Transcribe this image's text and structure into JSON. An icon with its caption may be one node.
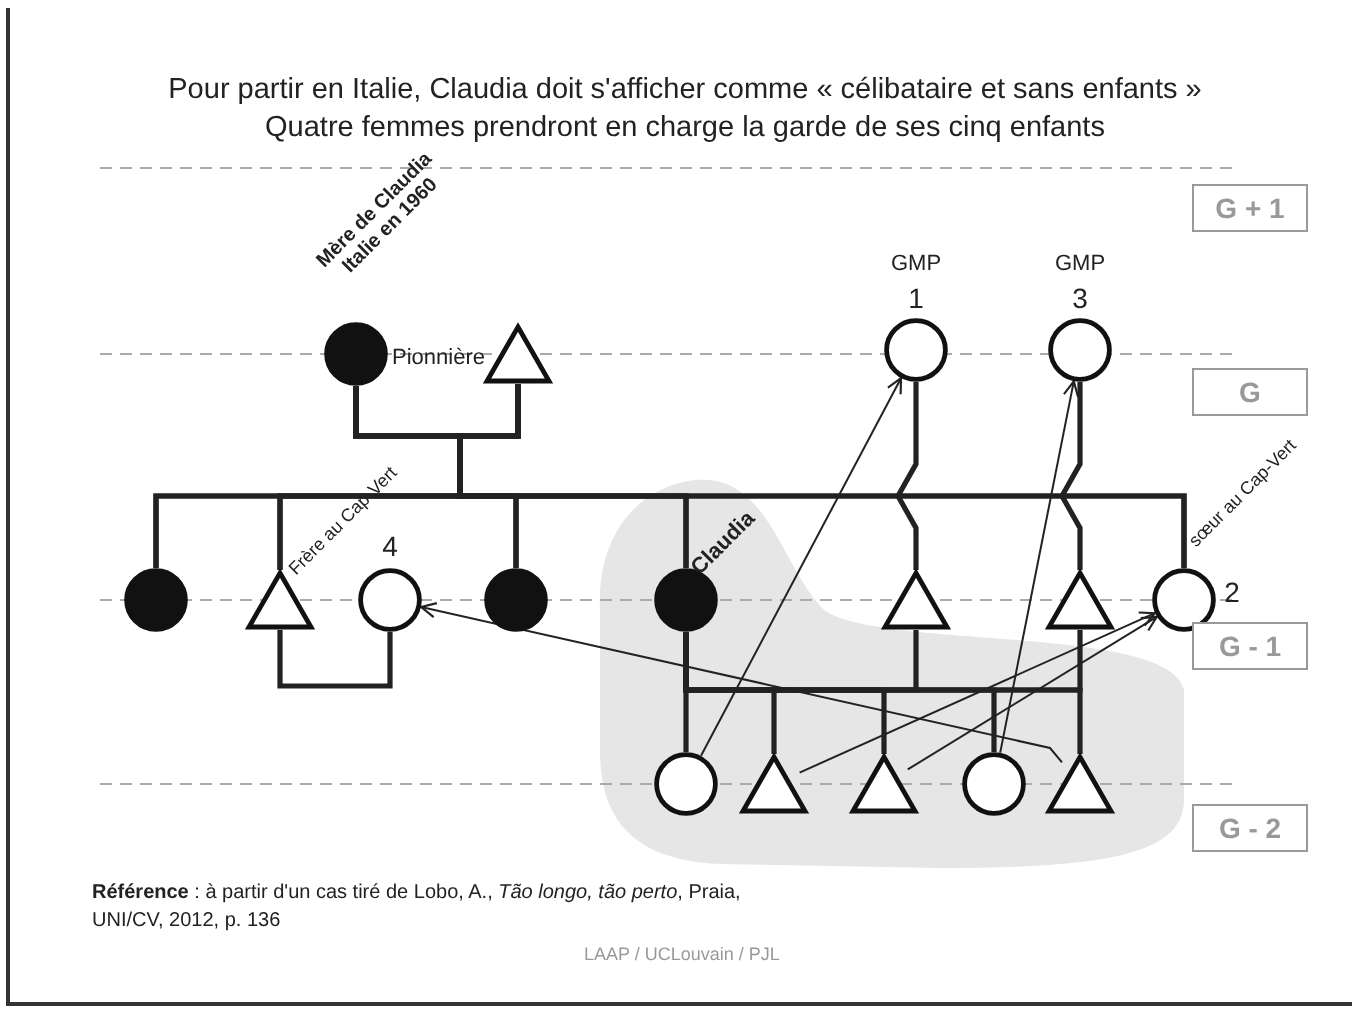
{
  "diagram": {
    "title": "Pour partir en Italie, Claudia doit s'afficher comme « célibataire et sans enfants » Quatre femmes prendront en charge la garde de ses cinq enfants",
    "nodes": [
      {
        "text": [],
        "shape": "disc",
        "beside": [
          "Mère de Claudia Italie en 1960",
          "Pionnière"
        ]
      },
      {
        "text": [],
        "shape": "triangle"
      },
      {
        "text": [],
        "shape": "circle",
        "beside": [
          "GMP",
          "1"
        ]
      },
      {
        "text": [],
        "shape": "circle",
        "beside": [
          "GMP",
          "3"
        ]
      },
      {
        "text": [],
        "shape": "disc"
      },
      {
        "text": [],
        "shape": "triangle",
        "beside": [
          "Frère au Cap-Vert"
        ]
      },
      {
        "text": [],
        "shape": "circle",
        "beside": [
          "4"
        ]
      },
      {
        "text": [],
        "shape": "disc"
      },
      {
        "text": [],
        "shape": "disc",
        "beside": [
          "Claudia"
        ]
      },
      {
        "text": [],
        "shape": "triangle"
      },
      {
        "text": [],
        "shape": "triangle"
      },
      {
        "text": [],
        "shape": "circle",
        "beside": [
          "sœur au Cap-Vert",
          "2"
        ]
      },
      {
        "text": [],
        "shape": "circle"
      },
      {
        "text": [],
        "shape": "triangle"
      },
      {
        "text": [],
        "shape": "triangle"
      },
      {
        "text": [],
        "shape": "circle"
      },
      {
        "text": [],
        "shape": "triangle"
      }
    ],
    "edges": [
      {
        "from": 0,
        "to": 1,
        "arrow": "none"
      },
      {
        "from": 0,
        "to": 4,
        "arrow": "none"
      },
      {
        "from": 0,
        "to": 5,
        "arrow": "none"
      },
      {
        "from": 0,
        "to": 7,
        "arrow": "none"
      },
      {
        "from": 0,
        "to": 8,
        "arrow": "none"
      },
      {
        "from": 0,
        "to": 11,
        "arrow": "none"
      },
      {
        "from": 1,
        "to": 4,
        "arrow": "none"
      },
      {
        "from": 1,
        "to": 5,
        "arrow": "none"
      },
      {
        "from": 1,
        "to": 7,
        "arrow": "none"
      },
      {
        "from": 1,
        "to": 8,
        "arrow": "none"
      },
      {
        "from": 1,
        "to": 11,
        "arrow": "none"
      },
      {
        "from": 5,
        "to": 6,
        "arrow": "none"
      },
      {
        "from": 2,
        "to": 9,
        "arrow": "none"
      },
      {
        "from": 3,
        "to": 10,
        "arrow": "none"
      },
      {
        "from": 8,
        "to": 9,
        "arrow": "none"
      },
      {
        "from": 8,
        "to": 10,
        "arrow": "none"
      },
      {
        "from": 8,
        "to": 12,
        "arrow": "none"
      },
      {
        "from": 8,
        "to": 13,
        "arrow": "none"
      },
      {
        "from": 8,
        "to": 14,
        "arrow": "none"
      },
      {
        "from": 8,
        "to": 15,
        "arrow": "none"
      },
      {
        "from": 8,
        "to": 16,
        "arrow": "none"
      },
      {
        "from": 12,
        "to": 2,
        "arrow": "to"
      },
      {
        "from": 13,
        "to": 11,
        "arrow": "to"
      },
      {
        "from": 14,
        "to": 11,
        "arrow": "to"
      },
      {
        "from": 15,
        "to": 3,
        "arrow": "to"
      },
      {
        "from": 16,
        "to": 6,
        "arrow": "to"
      }
    ],
    "labels": [
      "G + 1",
      "G",
      "G - 1",
      "G - 2",
      "**Référence** : à partir d'un cas tiré de Lobo, A., *Tão longo, tão perto*, Praia, UNI/CV, 2012, p. 136",
      "LAAP / UCLouvain / PJL"
    ]
  }
}
